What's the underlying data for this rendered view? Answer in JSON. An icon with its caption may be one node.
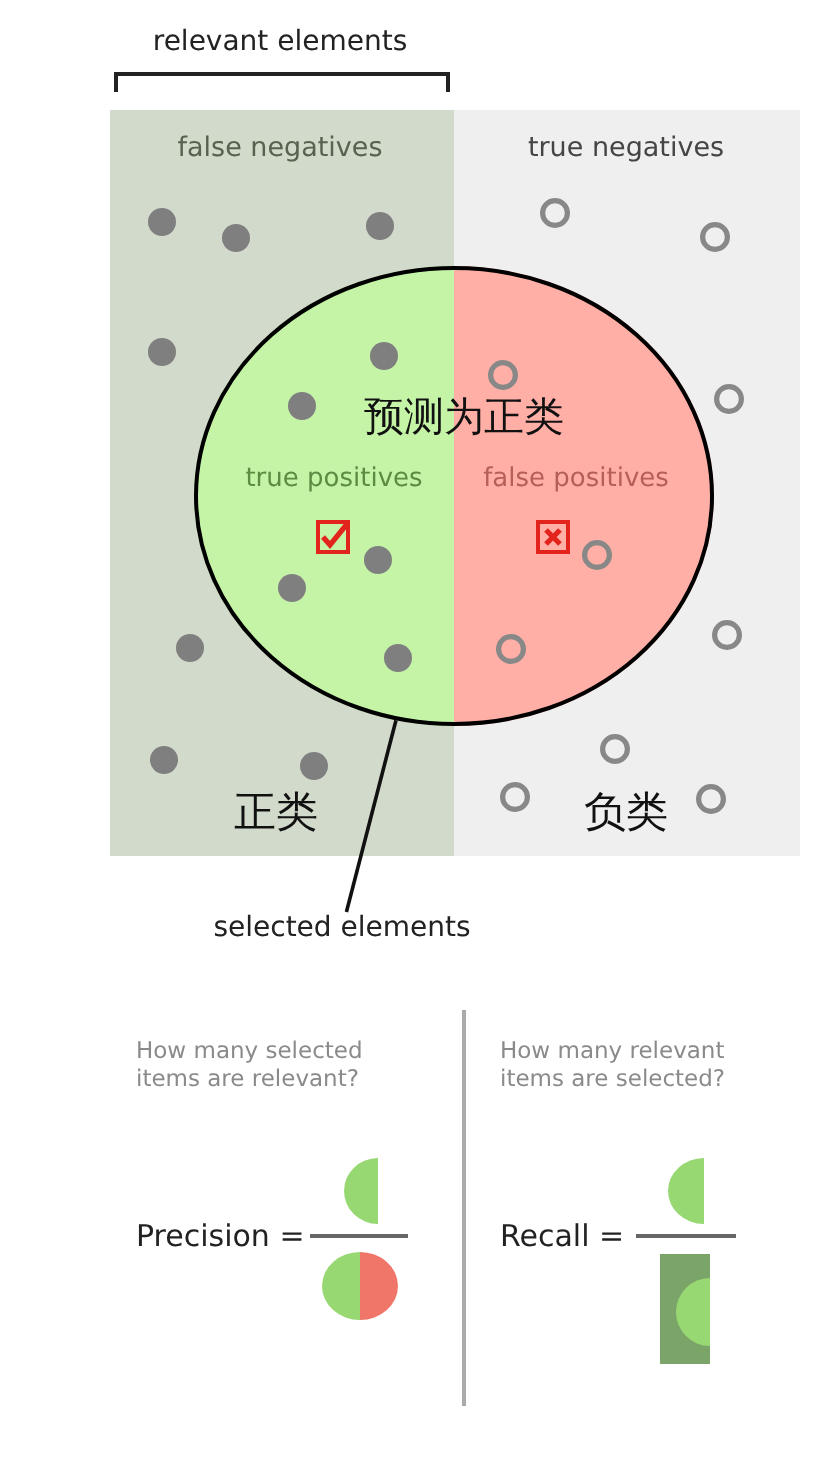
{
  "diagram": {
    "nodes": [
      {
        "text": [
          "false negatives",
          "正类"
        ]
      },
      {
        "text": [
          "true negatives",
          "负类"
        ]
      },
      {
        "text": [
          "预测为正类",
          "true positives",
          "false positives"
        ]
      },
      {
        "text": [
          "selected elements"
        ]
      }
    ],
    "edges": [
      {
        "from": 3,
        "to": 2,
        "arrow": "none"
      }
    ],
    "labels": [
      "relevant elements",
      "How many selected items are relevant?",
      "Precision =",
      "How many relevant items are selected?",
      "Recall ="
    ]
  }
}
